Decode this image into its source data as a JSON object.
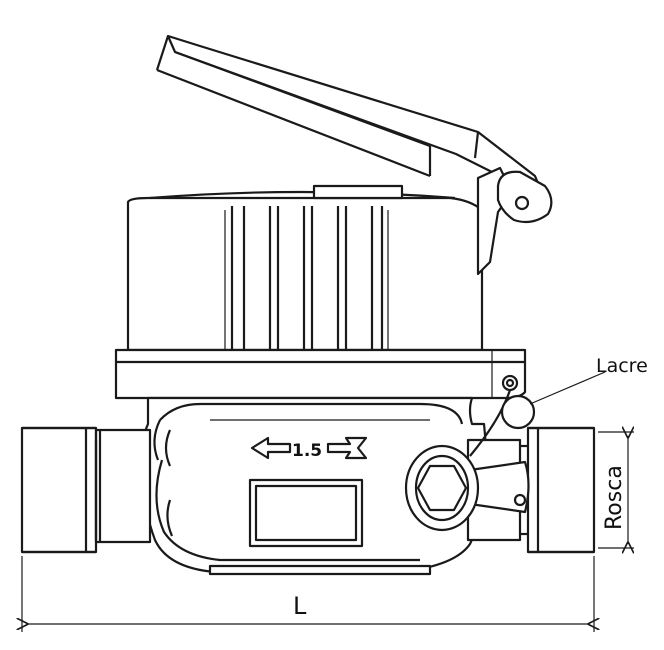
{
  "labels": {
    "flow_marking": "1.5",
    "seal": "Lacre",
    "thread": "Rosca",
    "length": "L"
  },
  "colors": {
    "line": "#1a1a1a",
    "background": "#ffffff"
  }
}
